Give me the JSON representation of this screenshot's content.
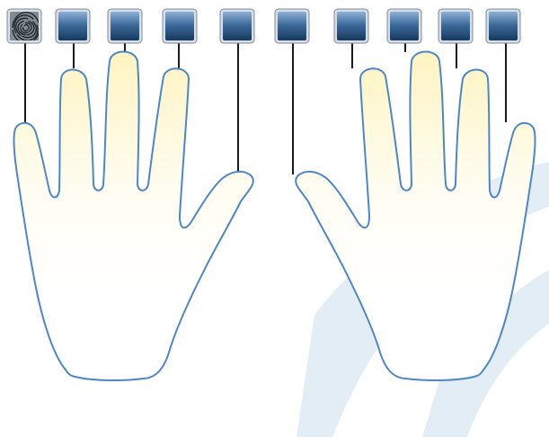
{
  "enrollment": {
    "fingers": [
      {
        "hand": "left",
        "finger": "little",
        "enrolled": true
      },
      {
        "hand": "left",
        "finger": "ring",
        "enrolled": false
      },
      {
        "hand": "left",
        "finger": "middle",
        "enrolled": false
      },
      {
        "hand": "left",
        "finger": "index",
        "enrolled": false
      },
      {
        "hand": "left",
        "finger": "thumb",
        "enrolled": false
      },
      {
        "hand": "right",
        "finger": "thumb",
        "enrolled": false
      },
      {
        "hand": "right",
        "finger": "index",
        "enrolled": false
      },
      {
        "hand": "right",
        "finger": "middle",
        "enrolled": false
      },
      {
        "hand": "right",
        "finger": "ring",
        "enrolled": false
      },
      {
        "hand": "right",
        "finger": "little",
        "enrolled": false
      }
    ]
  },
  "colors": {
    "button_top": "#8fb0d6",
    "button_bottom": "#15395f",
    "hand_outline": "#4f86c6",
    "palm_fill_top": "#fff6c8",
    "palm_fill_bottom": "#ffffff",
    "connector": "#1a1a1a",
    "watermark": "#e3edf5"
  },
  "icons": {
    "enrolled": "fingerprint-icon",
    "empty": "empty-finger-slot-icon"
  }
}
